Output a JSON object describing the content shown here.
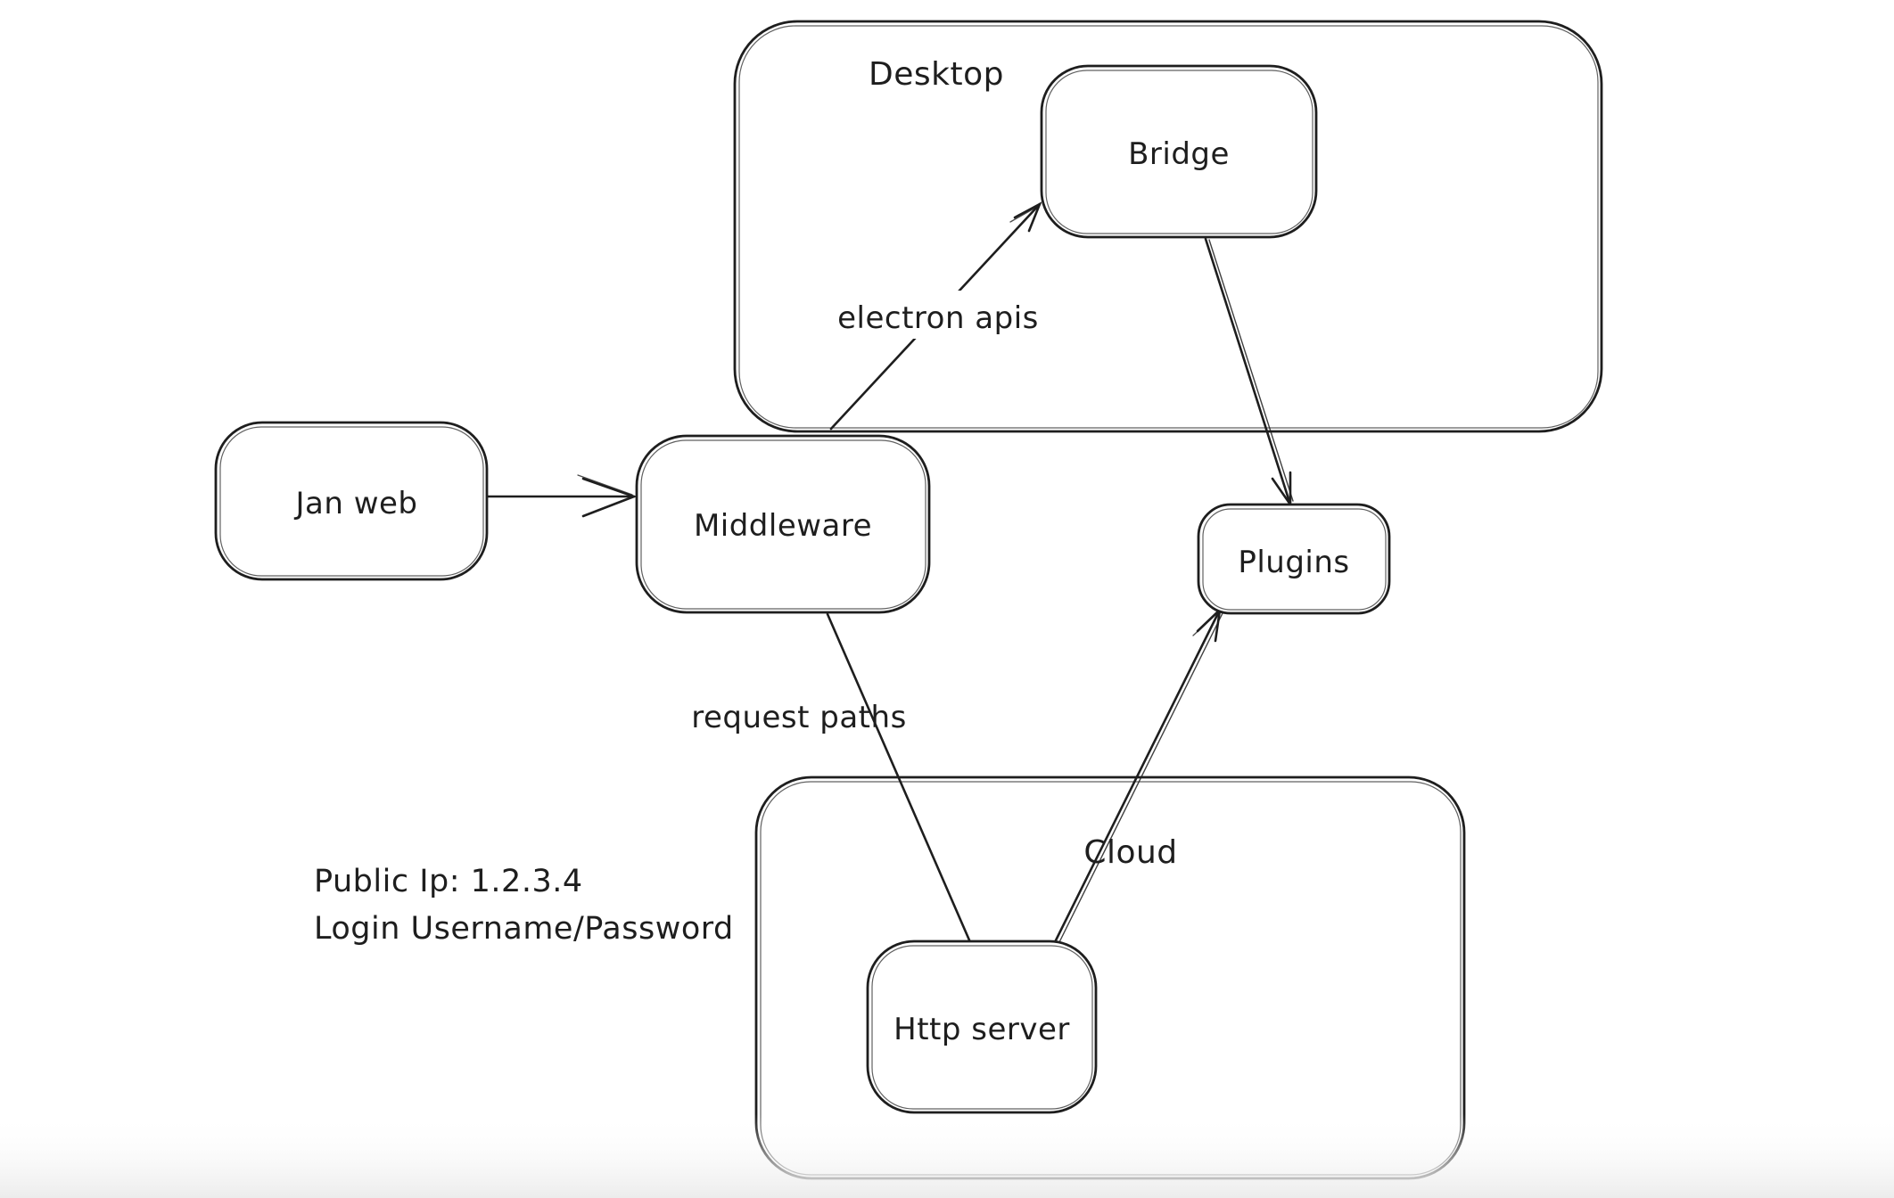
{
  "app": {
    "name": "whiteboard-diagram",
    "background": "#ffffff",
    "stroke_color": "#1e1e1e",
    "bottom_fade_color": "#efefef"
  },
  "diagram": {
    "containers": [
      {
        "id": "desktop",
        "label": "Desktop"
      },
      {
        "id": "cloud",
        "label": "Cloud"
      }
    ],
    "nodes": [
      {
        "id": "jan-web",
        "label": "Jan web"
      },
      {
        "id": "middleware",
        "label": "Middleware"
      },
      {
        "id": "bridge",
        "label": "Bridge"
      },
      {
        "id": "plugins",
        "label": "Plugins"
      },
      {
        "id": "http-server",
        "label": "Http server"
      }
    ],
    "edges": [
      {
        "id": "janweb-to-middleware",
        "from": "jan-web",
        "to": "middleware",
        "label": "",
        "arrowhead": "end"
      },
      {
        "id": "middleware-to-bridge",
        "from": "middleware",
        "to": "bridge",
        "label": "electron apis",
        "arrowhead": "end"
      },
      {
        "id": "bridge-to-plugins",
        "from": "bridge",
        "to": "plugins",
        "label": "",
        "arrowhead": "end"
      },
      {
        "id": "middleware-to-httpserver",
        "from": "middleware",
        "to": "http-server",
        "label": "request paths",
        "arrowhead": "none"
      },
      {
        "id": "httpserver-to-plugins",
        "from": "http-server",
        "to": "plugins",
        "label": "",
        "arrowhead": "end"
      }
    ],
    "annotation": {
      "line1": "Public Ip: 1.2.3.4",
      "line2": "Login Username/Password"
    }
  }
}
